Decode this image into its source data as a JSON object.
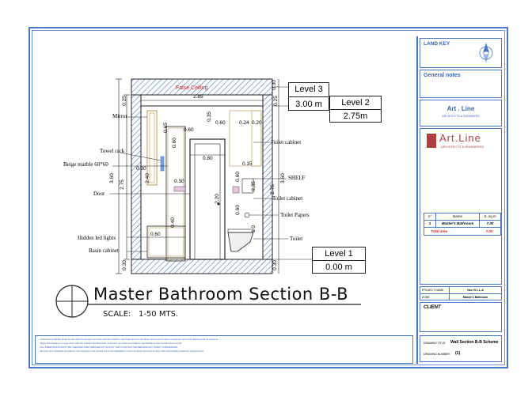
{
  "drawing": {
    "title": "Master Bathroom Section B-B",
    "scale": "SCALE:   1-50 MTS.",
    "ceiling_label": "False Ceiling",
    "levels": [
      {
        "name": "Level 3",
        "value": "3.00 m"
      },
      {
        "name": "Level 2",
        "value": "2.75m"
      },
      {
        "name": "Level 1",
        "value": "0.00 m"
      }
    ],
    "left_labels": [
      "Mirror",
      "Towel rack",
      "Beige marble 60*60",
      "Door",
      "Hidden led lights",
      "Basin cabinet"
    ],
    "right_labels": [
      "Toilet cabinet",
      "SHELF",
      "Toilet cabinet",
      "Toilet Papers",
      "Toilet"
    ],
    "dimensions": {
      "top_width": "2.85",
      "left_outer_top": "0.25",
      "left_outer_bottom": "0.30",
      "left_total": "3.60",
      "left_inner": "2.75",
      "right_outer_top": "0.25",
      "right_top": "0.30",
      "right_total": "3.60",
      "right_inner": "2.75",
      "right_bottom": "0.30",
      "d065": "0.65",
      "d060a": "0.60",
      "d060b": "0.60",
      "d035": "0.35",
      "d060c": "0.60",
      "d024": "0.24",
      "d020": "0.20",
      "d080": "0.80",
      "d240": "2.40",
      "d030a": "0.30",
      "d220": "2.20",
      "d040": "0.40",
      "d060d": "0.60",
      "d060e": "0.60",
      "d015": "0.15",
      "d060f": "0.60",
      "d035b": "0.35",
      "d010": "1.0",
      "d030b": "0.30"
    }
  },
  "title_block": {
    "land_key": "LAND KEY",
    "general_notes": "General notes",
    "firm_name": "Art . Line",
    "firm_sub": "ARCHITECTS & ENGINEERS",
    "logo_text": "Art.Line",
    "logo_sub": "ARCHITECTS & ENGINEERS",
    "area_table": {
      "headers": [
        "n°",
        "Name",
        "S, sq.m"
      ],
      "rows": [
        [
          "1",
          "Master's Bathroom",
          "7.00"
        ]
      ],
      "total_label": "Total area",
      "total_value": "7.00"
    },
    "project_name_label": "PROJECT NAME",
    "project_name": "Nox VI L.L.A",
    "zone_label": "ZONE",
    "zone": "Master's Bathroom",
    "client": "CLIENT",
    "drawing_title_label": "DRAWING TITLE:",
    "drawing_title": "Wall Section B-B Scheme",
    "drawing_number_label": "DRAWING NUMBER:",
    "drawing_number": "(1)"
  },
  "notes": [
    "- Professional liability shall remain with the designer and the architect shall be held harmless for all claims arising out of and consequent upon this drawing and its contents.",
    "- Read this drawing in conjunction with the relevant architectural, structural, services and finishes specifications and contract documents.",
    "- ALL DIMENSIONS MUST BE CHECKED AND VERIFIED ON SITE BY THE CONTRACTOR BEFORE ANY WORK COMMENCES.",
    "- All work and materials specified in this drawing to be carried out to the satisfaction of the architect and fully comply with local building authority requirements."
  ],
  "colors": {
    "frame": "#4a78c8",
    "title_red": "#d02020",
    "hatch": "#4a78c8"
  }
}
